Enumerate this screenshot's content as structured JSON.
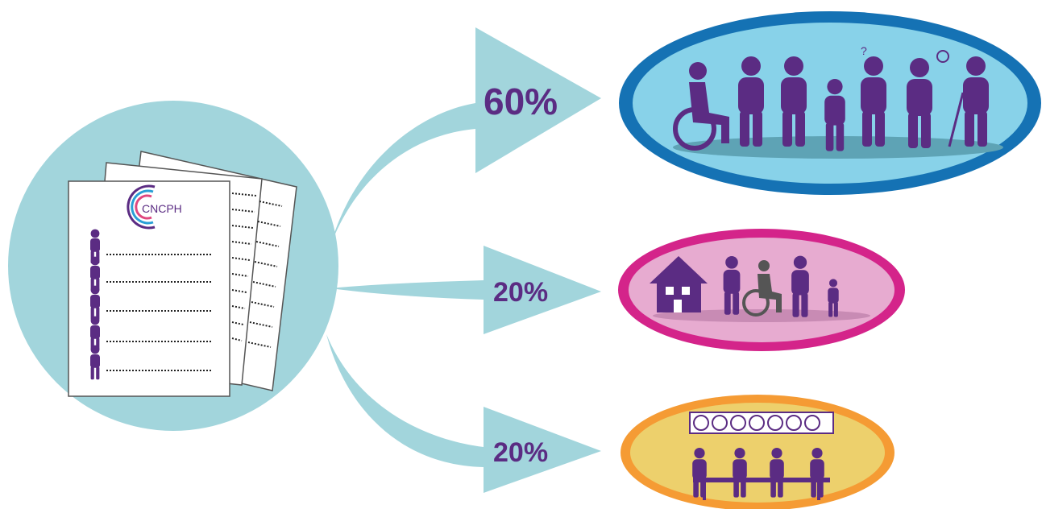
{
  "logo": {
    "text": "CNCPH"
  },
  "branches": [
    {
      "percent": "60%"
    },
    {
      "percent": "20%"
    },
    {
      "percent": "20%"
    }
  ],
  "colors": {
    "teal": "#a2d5dc",
    "purple": "#5b2c83",
    "blue_fill": "#88d2e9",
    "blue_border": "#1572b4",
    "pink_fill": "#e7abd0",
    "pink_border": "#d4248a",
    "yellow_fill": "#edd06c",
    "orange_border": "#f59b34"
  },
  "icons": {
    "documents": "document-stack-icon",
    "group1": "people-with-disabilities-icon",
    "group2": "family-caregivers-icon",
    "group3": "organizations-meeting-icon"
  }
}
